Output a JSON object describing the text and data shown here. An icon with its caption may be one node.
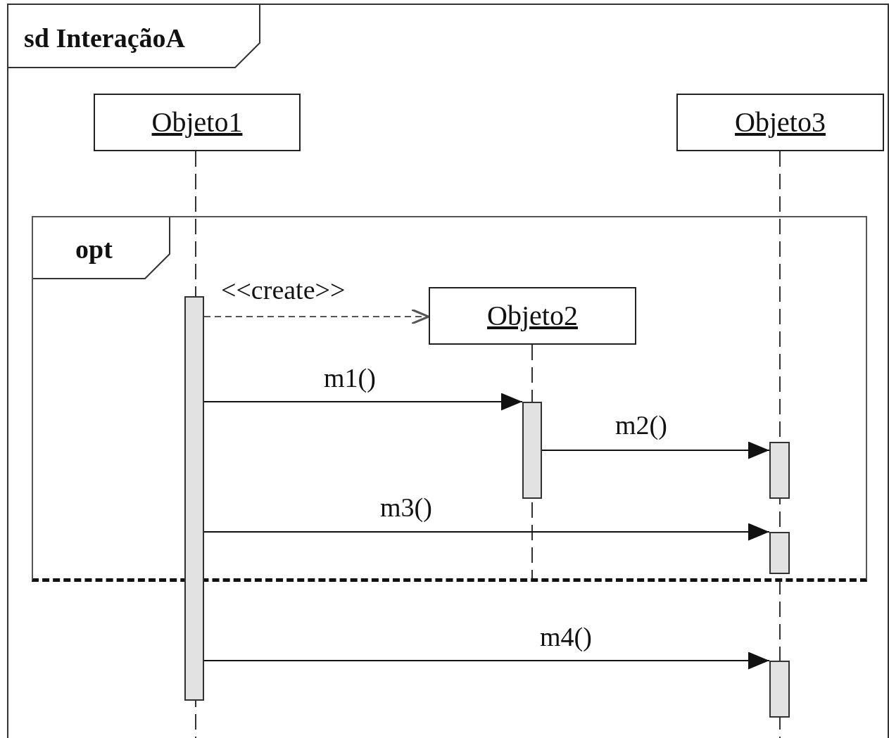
{
  "diagram": {
    "nodes": [
      {
        "text": [
          "sd InteraçãoA"
        ]
      },
      {
        "text": [
          "Objeto1"
        ],
        "in": 0
      },
      {
        "text": [
          "Objeto3"
        ],
        "in": 0
      },
      {
        "text": [
          "opt"
        ],
        "in": 0
      },
      {
        "text": [
          "Objeto2"
        ],
        "in": 3
      },
      {
        "text": [],
        "shape": "bar",
        "in": 0
      },
      {
        "text": [],
        "shape": "bar",
        "in": 3
      },
      {
        "text": [],
        "shape": "bar",
        "in": 3
      },
      {
        "text": [],
        "shape": "bar",
        "in": 3
      },
      {
        "text": [],
        "shape": "bar",
        "in": 0
      }
    ],
    "edges": [
      {
        "from": 5,
        "to": 4,
        "arrow": "to",
        "label": "<<create>>",
        "style": "dashed"
      },
      {
        "from": 5,
        "to": 6,
        "arrow": "to",
        "label": "m1()"
      },
      {
        "from": 6,
        "to": 7,
        "arrow": "to",
        "label": "m2()"
      },
      {
        "from": 5,
        "to": 8,
        "arrow": "to",
        "label": "m3()"
      },
      {
        "from": 5,
        "to": 9,
        "arrow": "to",
        "label": "m4()"
      }
    ]
  }
}
